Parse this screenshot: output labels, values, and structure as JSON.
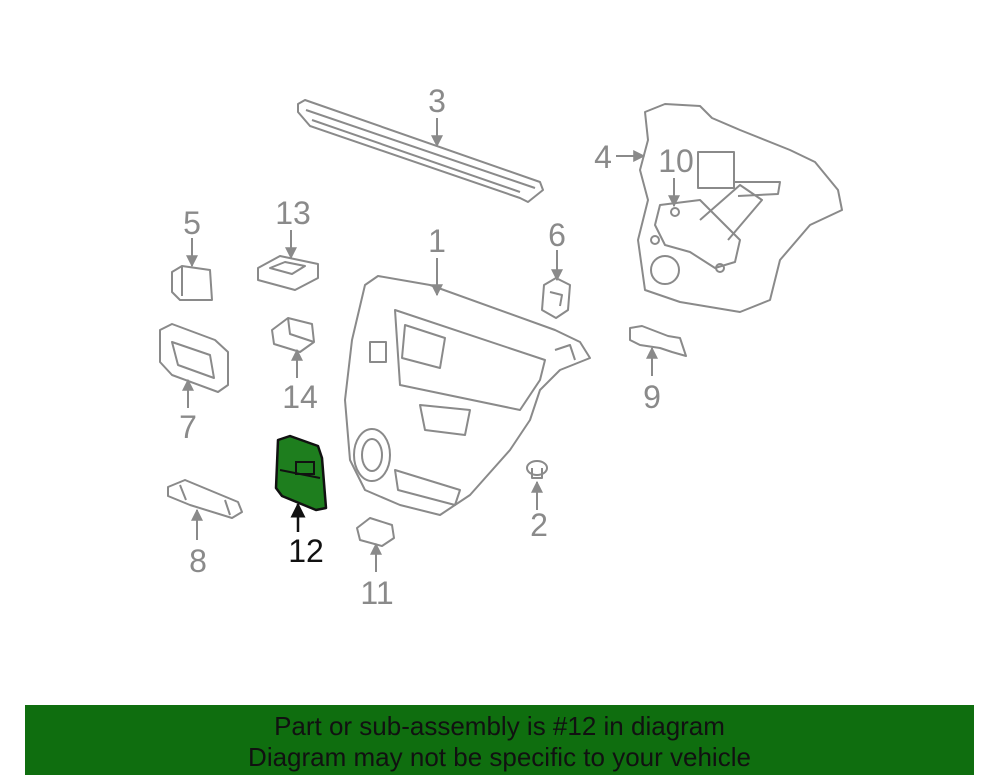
{
  "diagram": {
    "callouts": {
      "c1": "1",
      "c2": "2",
      "c3": "3",
      "c4": "4",
      "c5": "5",
      "c6": "6",
      "c7": "7",
      "c8": "8",
      "c9": "9",
      "c10": "10",
      "c11": "11",
      "c12": "12",
      "c13": "13",
      "c14": "14"
    },
    "highlighted_part": "12",
    "colors": {
      "highlight_fill": "#1e7e1e",
      "banner_bg": "#0f6e0f",
      "line_gray": "#8a8a8a"
    }
  },
  "banner": {
    "line1": "Part or sub-assembly is #12 in diagram",
    "line2": "Diagram may not be specific to your vehicle"
  }
}
